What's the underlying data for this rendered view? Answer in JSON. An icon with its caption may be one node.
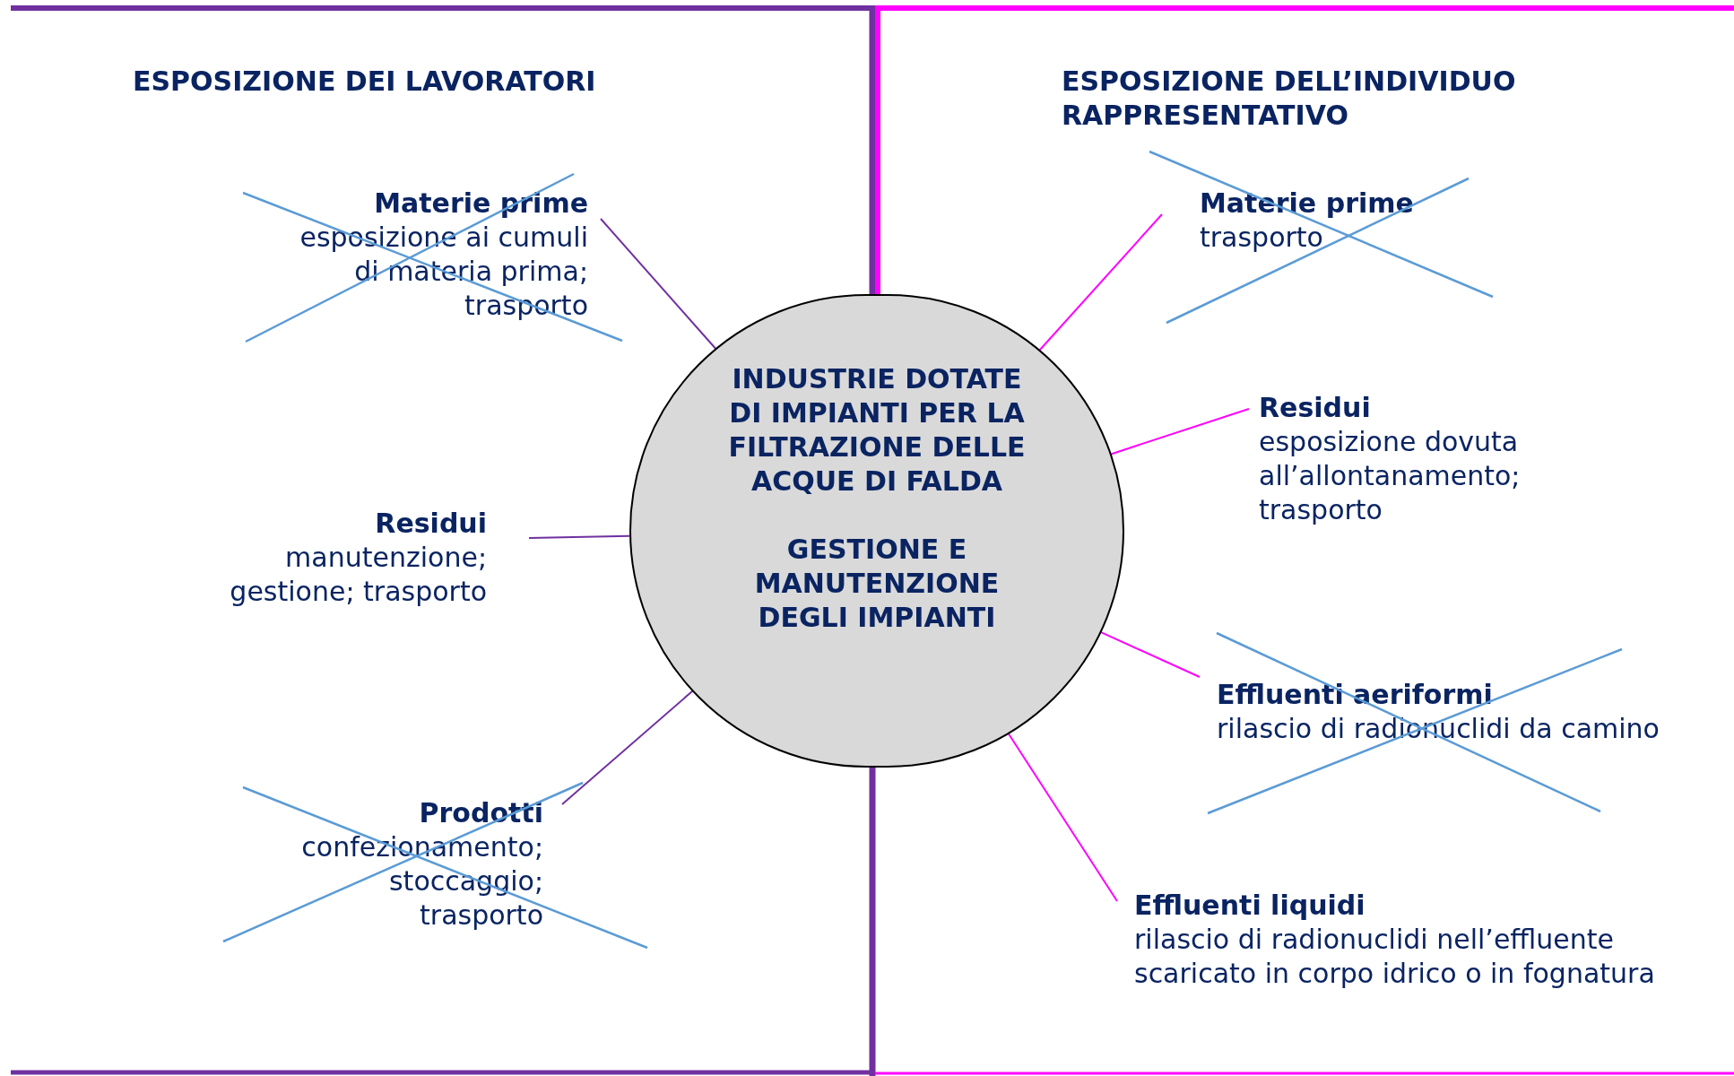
{
  "diagram": {
    "nodes": [
      {
        "text": [
          "INDUSTRIE DOTATE DI IMPIANTI PER LA FILTRAZIONE DELLE ACQUE DI FALDA",
          "GESTIONE E MANUTENZIONE DEGLI IMPIANTI"
        ]
      },
      {
        "text": [
          "Materie prime",
          "esposizione ai cumuli di materia prima; trasporto"
        ]
      },
      {
        "text": [
          "Residui",
          "manutenzione; gestione; trasporto"
        ]
      },
      {
        "text": [
          "Prodotti",
          "confezionamento; stoccaggio; trasporto"
        ]
      },
      {
        "text": [
          "Materie prime",
          "trasporto"
        ]
      },
      {
        "text": [
          "Residui",
          "esposizione dovuta all’allontanamento; trasporto"
        ]
      },
      {
        "text": [
          "Effluenti aeriformi",
          "rilascio di radionuclidi da camino"
        ]
      },
      {
        "text": [
          "Effluenti liquidi",
          "rilascio di radionuclidi nell’effluente scaricato in corpo idrico o in fognatura"
        ]
      }
    ],
    "edges": [
      {
        "from": 0,
        "to": 1,
        "arrow": "none",
        "color": "#7030a0"
      },
      {
        "from": 0,
        "to": 2,
        "arrow": "none",
        "color": "#7030a0"
      },
      {
        "from": 0,
        "to": 3,
        "arrow": "none",
        "color": "#7030a0"
      },
      {
        "from": 0,
        "to": 4,
        "arrow": "none"
      },
      {
        "from": 0,
        "to": 5,
        "arrow": "none"
      },
      {
        "from": 0,
        "to": 6,
        "arrow": "none"
      },
      {
        "from": 0,
        "to": 7,
        "arrow": "none"
      }
    ],
    "labels": [
      "ESPOSIZIONE DEI LAVORATORI",
      "ESPOSIZIONE DELL’INDIVIDUO RAPPRESENTATIVO"
    ]
  }
}
